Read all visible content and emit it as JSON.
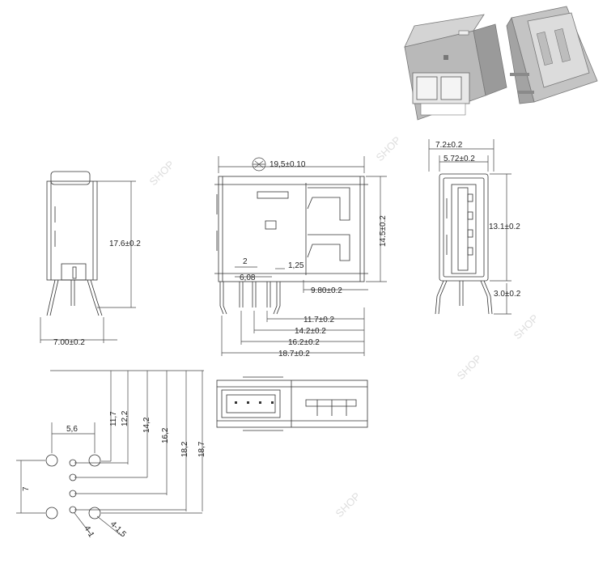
{
  "watermark": {
    "text": "SHOP"
  },
  "front_view": {
    "width_label": "19,5±0.10",
    "height_label": "14.5±0.2",
    "dim_2": "2",
    "dim_125": "1,25",
    "dim_608": "6,08",
    "dim_980": "9.80±0.2",
    "dim_117": "11.7±0.2",
    "dim_142": "14.2±0.2",
    "dim_162": "16.2±0.2",
    "dim_187": "18.7±0.2"
  },
  "side_view_left": {
    "height_label": "17.6±0.2",
    "width_label": "7.00±0.2"
  },
  "side_view_right": {
    "width_outer": "7.2±0.2",
    "width_inner": "5.72±0.2",
    "height_label": "13.1±0.2",
    "pin_label": "3.0±0.2"
  },
  "footprint": {
    "dim_56": "5,6",
    "dim_7": "7",
    "dim_117": "11,7",
    "dim_122": "12,2",
    "dim_142": "14,2",
    "dim_162": "16,2",
    "dim_182": "18,2",
    "dim_187": "18,7",
    "hole_small": "4-1",
    "hole_large": "4-1,5"
  },
  "icons": {
    "symbol": "diamond-mark-icon"
  },
  "colors": {
    "line": "#333333",
    "watermark": "#d6d6d6",
    "metal": "#c8c8c8"
  }
}
